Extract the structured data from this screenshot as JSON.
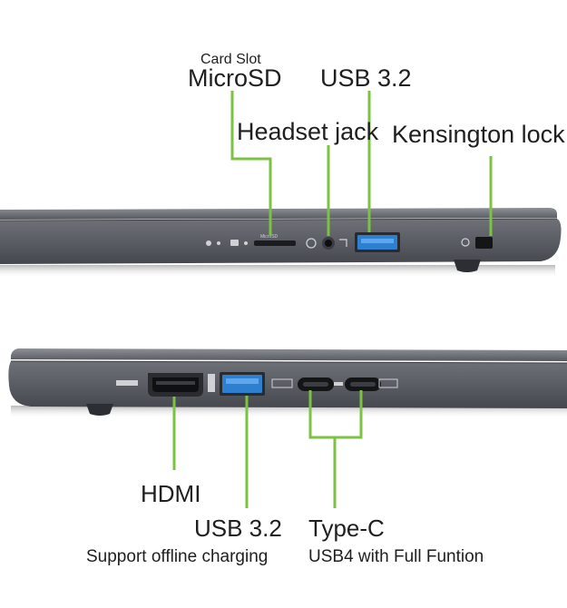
{
  "top_view": {
    "card_slot_caption": "Card Slot",
    "microsd_label": "MicroSD",
    "usb_label": "USB 3.2",
    "headset_label": "Headset jack",
    "kensington_label": "Kensington lock"
  },
  "bottom_view": {
    "hdmi_label": "HDMI",
    "usb_label": "USB 3.2",
    "usb_sublabel": "Support offline charging",
    "typec_label": "Type-C",
    "typec_sublabel": "USB4 with Full Funtion"
  },
  "colors": {
    "callout_line": "#7dc243",
    "chassis": "#5e6066",
    "usb_port": "#2f7fd0"
  }
}
